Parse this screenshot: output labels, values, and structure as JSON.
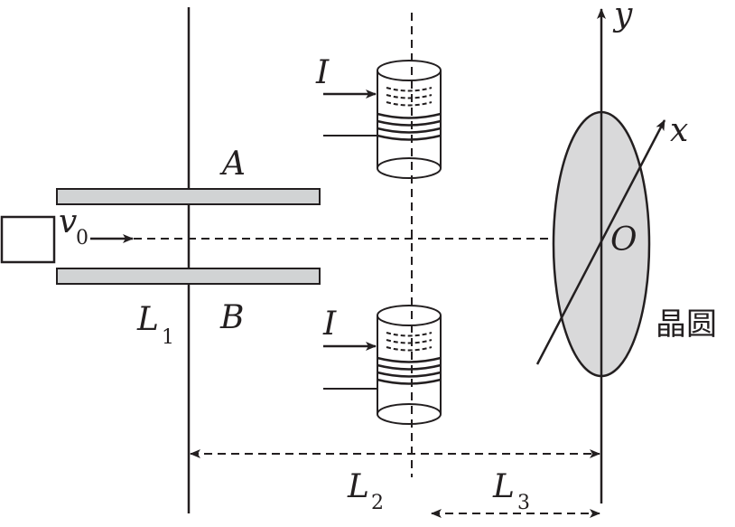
{
  "labels": {
    "current_top": "I",
    "current_bottom": "I",
    "plate_a": "A",
    "plate_b": "B",
    "velocity": "v",
    "velocity_sub": "0",
    "l1": "L",
    "l1_sub": "1",
    "l2": "L",
    "l2_sub": "2",
    "l3": "L",
    "l3_sub": "3",
    "axis_x": "x",
    "axis_y": "y",
    "origin": "O",
    "wafer": "晶圆"
  },
  "colors": {
    "ink": "#231f20",
    "plate_fill": "#d1d3d4",
    "wafer_fill": "#d9d9da"
  }
}
